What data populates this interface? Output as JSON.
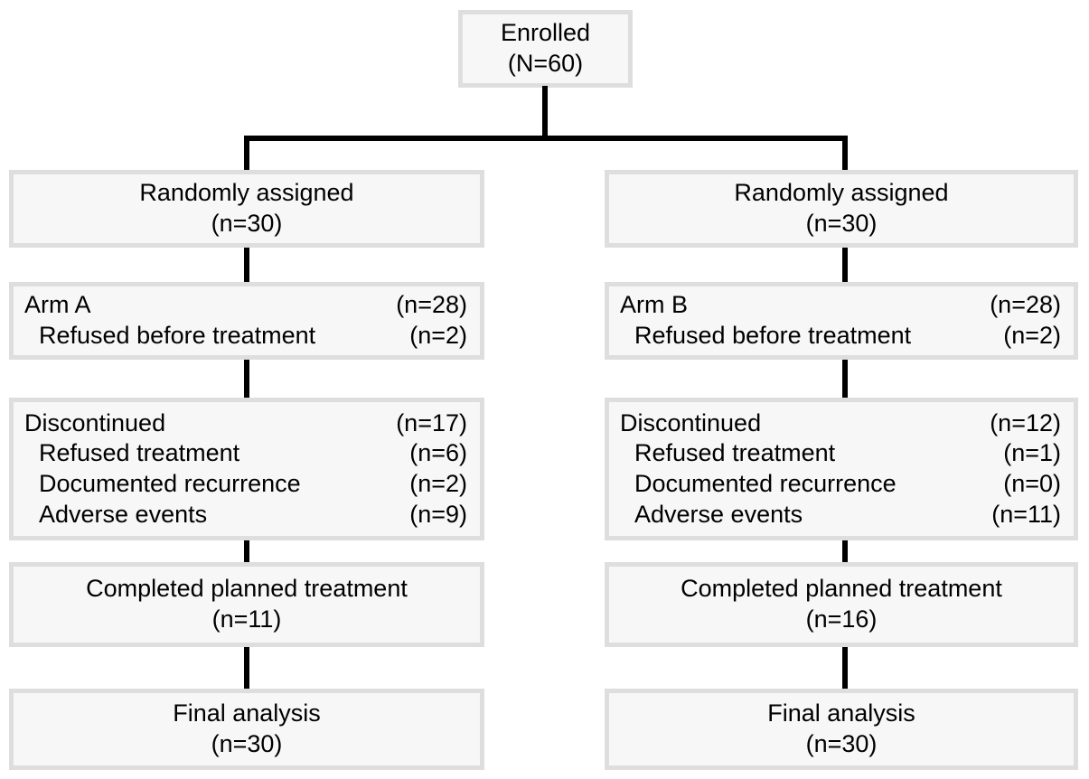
{
  "diagram": {
    "type": "consort-flow-diagram",
    "colors": {
      "box_fill": "#f7f7f7",
      "box_border": "#dedede",
      "connector": "#000000",
      "text": "#000000"
    },
    "enrolled": {
      "title": "Enrolled",
      "count": "(N=60)"
    },
    "arms": [
      {
        "id": "left",
        "randomized": {
          "title": "Randomly assigned",
          "count": "(n=30)"
        },
        "allocation": {
          "rows": [
            {
              "label": "Arm A",
              "count": "(n=28)",
              "indent": false
            },
            {
              "label": "Refused before treatment",
              "count": "(n=2)",
              "indent": true
            }
          ]
        },
        "discontinued": {
          "rows": [
            {
              "label": "Discontinued",
              "count": "(n=17)",
              "indent": false
            },
            {
              "label": "Refused treatment",
              "count": "(n=6)",
              "indent": true
            },
            {
              "label": "Documented recurrence",
              "count": "(n=2)",
              "indent": true
            },
            {
              "label": "Adverse events",
              "count": "(n=9)",
              "indent": true
            }
          ]
        },
        "completed": {
          "title": "Completed planned treatment",
          "count": "(n=11)"
        },
        "analysis": {
          "title": "Final analysis",
          "count": "(n=30)"
        }
      },
      {
        "id": "right",
        "randomized": {
          "title": "Randomly assigned",
          "count": "(n=30)"
        },
        "allocation": {
          "rows": [
            {
              "label": "Arm B",
              "count": "(n=28)",
              "indent": false
            },
            {
              "label": "Refused before treatment",
              "count": "(n=2)",
              "indent": true
            }
          ]
        },
        "discontinued": {
          "rows": [
            {
              "label": "Discontinued",
              "count": "(n=12)",
              "indent": false
            },
            {
              "label": "Refused treatment",
              "count": "(n=1)",
              "indent": true
            },
            {
              "label": "Documented recurrence",
              "count": "(n=0)",
              "indent": true
            },
            {
              "label": "Adverse events",
              "count": "(n=11)",
              "indent": true
            }
          ]
        },
        "completed": {
          "title": "Completed planned treatment",
          "count": "(n=16)"
        },
        "analysis": {
          "title": "Final analysis",
          "count": "(n=30)"
        }
      }
    ]
  }
}
